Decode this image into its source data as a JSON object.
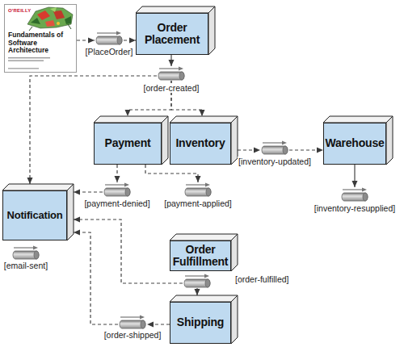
{
  "diagram": {
    "nodes": [
      {
        "text": [
          "O'REILLY",
          "Fundamentals of Software Architecture"
        ]
      },
      {
        "text": [
          "[PlaceOrder]"
        ]
      },
      {
        "text": [
          "Order Placement"
        ]
      },
      {
        "text": [
          "[order-created]"
        ]
      },
      {
        "text": [
          "Payment"
        ]
      },
      {
        "text": [
          "Inventory"
        ]
      },
      {
        "text": [
          "[inventory-updated]"
        ]
      },
      {
        "text": [
          "Warehouse"
        ]
      },
      {
        "text": [
          "[inventory-resupplied]"
        ]
      },
      {
        "text": [
          "Notification"
        ]
      },
      {
        "text": [
          "[payment-denied]"
        ]
      },
      {
        "text": [
          "[payment-applied]"
        ]
      },
      {
        "text": [
          "[email-sent]"
        ]
      },
      {
        "text": [
          "Order Fulfillment"
        ]
      },
      {
        "text": [
          "[order-fulfilled]"
        ]
      },
      {
        "text": [
          "Shipping"
        ]
      },
      {
        "text": [
          "[order-shipped]"
        ]
      }
    ],
    "edges": [
      {
        "from": 0,
        "to": 1,
        "arrow": "to"
      },
      {
        "from": 1,
        "to": 2,
        "arrow": "to"
      },
      {
        "from": 2,
        "to": 3,
        "arrow": "to"
      },
      {
        "from": 3,
        "to": 4,
        "arrow": "to"
      },
      {
        "from": 3,
        "to": 5,
        "arrow": "to"
      },
      {
        "from": 3,
        "to": 9,
        "arrow": "to"
      },
      {
        "from": 5,
        "to": 6,
        "arrow": "to"
      },
      {
        "from": 6,
        "to": 7,
        "arrow": "to"
      },
      {
        "from": 7,
        "to": 8,
        "arrow": "to"
      },
      {
        "from": 4,
        "to": 10,
        "arrow": "to"
      },
      {
        "from": 4,
        "to": 11,
        "arrow": "to"
      },
      {
        "from": 10,
        "to": 9,
        "arrow": "to"
      },
      {
        "from": 14,
        "to": 15,
        "arrow": "to"
      },
      {
        "from": 14,
        "to": 9,
        "arrow": "to"
      },
      {
        "from": 15,
        "to": 16,
        "arrow": "to"
      },
      {
        "from": 16,
        "to": 9,
        "arrow": "to"
      }
    ]
  }
}
